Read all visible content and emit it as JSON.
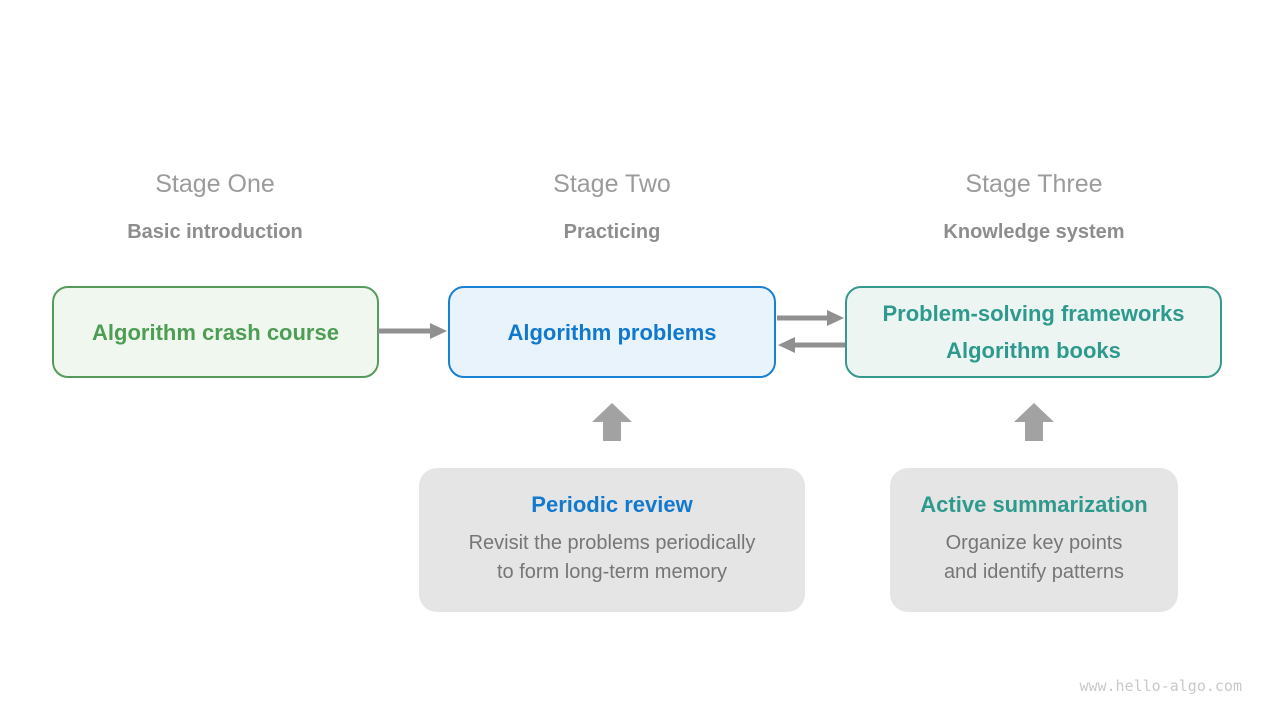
{
  "watermark": "www.hello-algo.com",
  "stages": [
    {
      "title": "Stage One",
      "subtitle": "Basic introduction",
      "box": {
        "lines": [
          "Algorithm crash course"
        ]
      },
      "colors": {
        "border": "#579b5b",
        "background": "#f0f7ef",
        "text": "#4d9d55"
      }
    },
    {
      "title": "Stage Two",
      "subtitle": "Practicing",
      "box": {
        "lines": [
          "Algorithm problems"
        ]
      },
      "colors": {
        "border": "#1a80d1",
        "background": "#e9f3fc",
        "text": "#1079cd"
      }
    },
    {
      "title": "Stage Three",
      "subtitle": "Knowledge system",
      "box": {
        "lines": [
          "Problem-solving frameworks",
          "Algorithm books"
        ]
      },
      "colors": {
        "border": "#35998c",
        "background": "#edf5f3",
        "text": "#2e9a8d"
      }
    }
  ],
  "arrows": [
    {
      "name": "stage1-to-stage2",
      "direction": "right"
    },
    {
      "name": "stage2-to-stage3",
      "direction": "right"
    },
    {
      "name": "stage3-to-stage2",
      "direction": "left"
    },
    {
      "name": "periodic-review-to-stage2",
      "direction": "up"
    },
    {
      "name": "active-summarization-to-stage3",
      "direction": "up"
    }
  ],
  "notes": [
    {
      "title": "Periodic review",
      "title_color": "#1379cc",
      "lines": [
        "Revisit the problems periodically",
        "to form long-term memory"
      ]
    },
    {
      "title": "Active summarization",
      "title_color": "#2e9a8d",
      "lines": [
        "Organize key points",
        "and identify patterns"
      ]
    }
  ],
  "ui_colors": {
    "arrow": "#909090",
    "block_arrow": "#a2a2a2",
    "stage_title": "#9b9b9b",
    "stage_subtitle": "#8d8d8d",
    "note_background": "#e5e5e5",
    "note_text": "#767676",
    "watermark": "#c9c9c9"
  }
}
